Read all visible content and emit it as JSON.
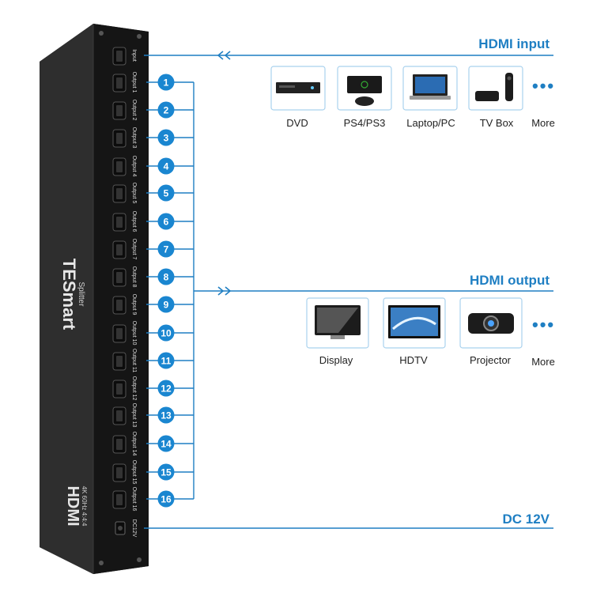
{
  "labels": {
    "hdmi_input": "HDMI input",
    "hdmi_output": "HDMI output",
    "dc": "DC 12V",
    "more": "More"
  },
  "device": {
    "brand": "TESmart",
    "sub": "Splitter",
    "model_logo": "HDMI",
    "model_sub": "4K 60Hz 4:4:4",
    "port_input": "Input",
    "port_dc": "DC12V",
    "port_outputs": [
      "Output 1",
      "Output 2",
      "Output 3",
      "Output 4",
      "Output 5",
      "Output 6",
      "Output 7",
      "Output 8",
      "Output 9",
      "Output 10",
      "Output 11",
      "Output 12",
      "Output 13",
      "Output 14",
      "Output 15",
      "Output 16"
    ]
  },
  "numbers": [
    "1",
    "2",
    "3",
    "4",
    "5",
    "6",
    "7",
    "8",
    "9",
    "10",
    "11",
    "12",
    "13",
    "14",
    "15",
    "16"
  ],
  "sources": [
    {
      "label": "DVD",
      "icon": "dvd-player-icon"
    },
    {
      "label": "PS4/PS3",
      "icon": "game-console-icon"
    },
    {
      "label": "Laptop/PC",
      "icon": "laptop-icon"
    },
    {
      "label": "TV Box",
      "icon": "tv-box-icon"
    }
  ],
  "displays": [
    {
      "label": "Display",
      "icon": "monitor-icon"
    },
    {
      "label": "HDTV",
      "icon": "hdtv-icon"
    },
    {
      "label": "Projector",
      "icon": "projector-icon"
    }
  ],
  "colors": {
    "accent": "#1f7fc3",
    "badge": "#1a86d0",
    "device": "#1c1c1c"
  }
}
